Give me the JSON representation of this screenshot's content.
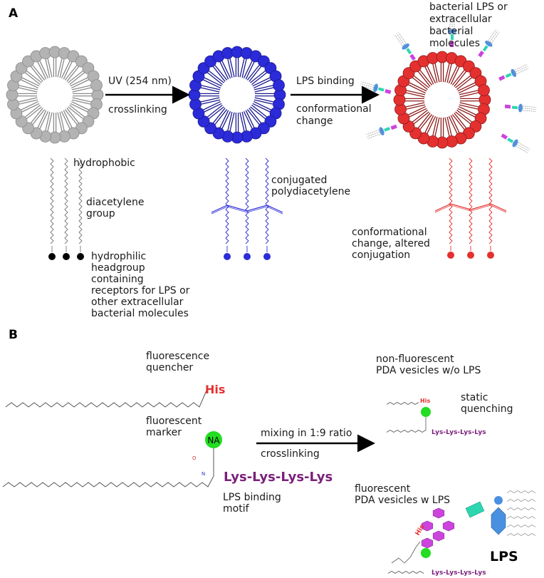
{
  "panel_a": {
    "label": "A",
    "arrow1_top": "UV (254 nm)",
    "arrow1_bottom": "crosslinking",
    "arrow2_top": "LPS binding",
    "arrow2_bottom": [
      "conformational",
      "change"
    ],
    "bacterial_note": [
      "bacterial LPS or",
      "extracellular",
      "bacterial",
      "molecules"
    ],
    "hydrophobic": "hydrophobic",
    "diacetylene": [
      "diacetylene",
      "group"
    ],
    "headgroup": [
      "hydrophilic",
      "headgroup",
      "containing",
      "receptors for LPS or",
      "other extracellular",
      "bacterial molecules"
    ],
    "conjugated": [
      "conjugated",
      "polydiacetylene"
    ],
    "conformational": [
      "conformational",
      "change, altered",
      "conjugation"
    ]
  },
  "panel_b": {
    "label": "B",
    "quencher": [
      "fluorescence",
      "quencher"
    ],
    "his": "His",
    "marker": [
      "fluorescent",
      "marker"
    ],
    "na": "NA",
    "lys_chain": "Lys-Lys-Lys-Lys",
    "lps_motif": [
      "LPS binding",
      "motif"
    ],
    "mixing": "mixing in 1:9 ratio",
    "crosslinking": "crosslinking",
    "non_fluorescent": [
      "non-fluorescent",
      "PDA vesicles w/o LPS"
    ],
    "static": [
      "static",
      "quenching"
    ],
    "fluorescent_vesicles": [
      "fluorescent",
      "PDA vesicles w LPS"
    ],
    "lps": "LPS"
  },
  "colors": {
    "gray": "#b3b3b3",
    "blue": "#2b2bd9",
    "red": "#e53030",
    "purple": "#7a1f7a",
    "green": "#22dd22",
    "magenta": "#cc44dd",
    "teal": "#2ed6b0",
    "azure": "#4a90e0"
  }
}
